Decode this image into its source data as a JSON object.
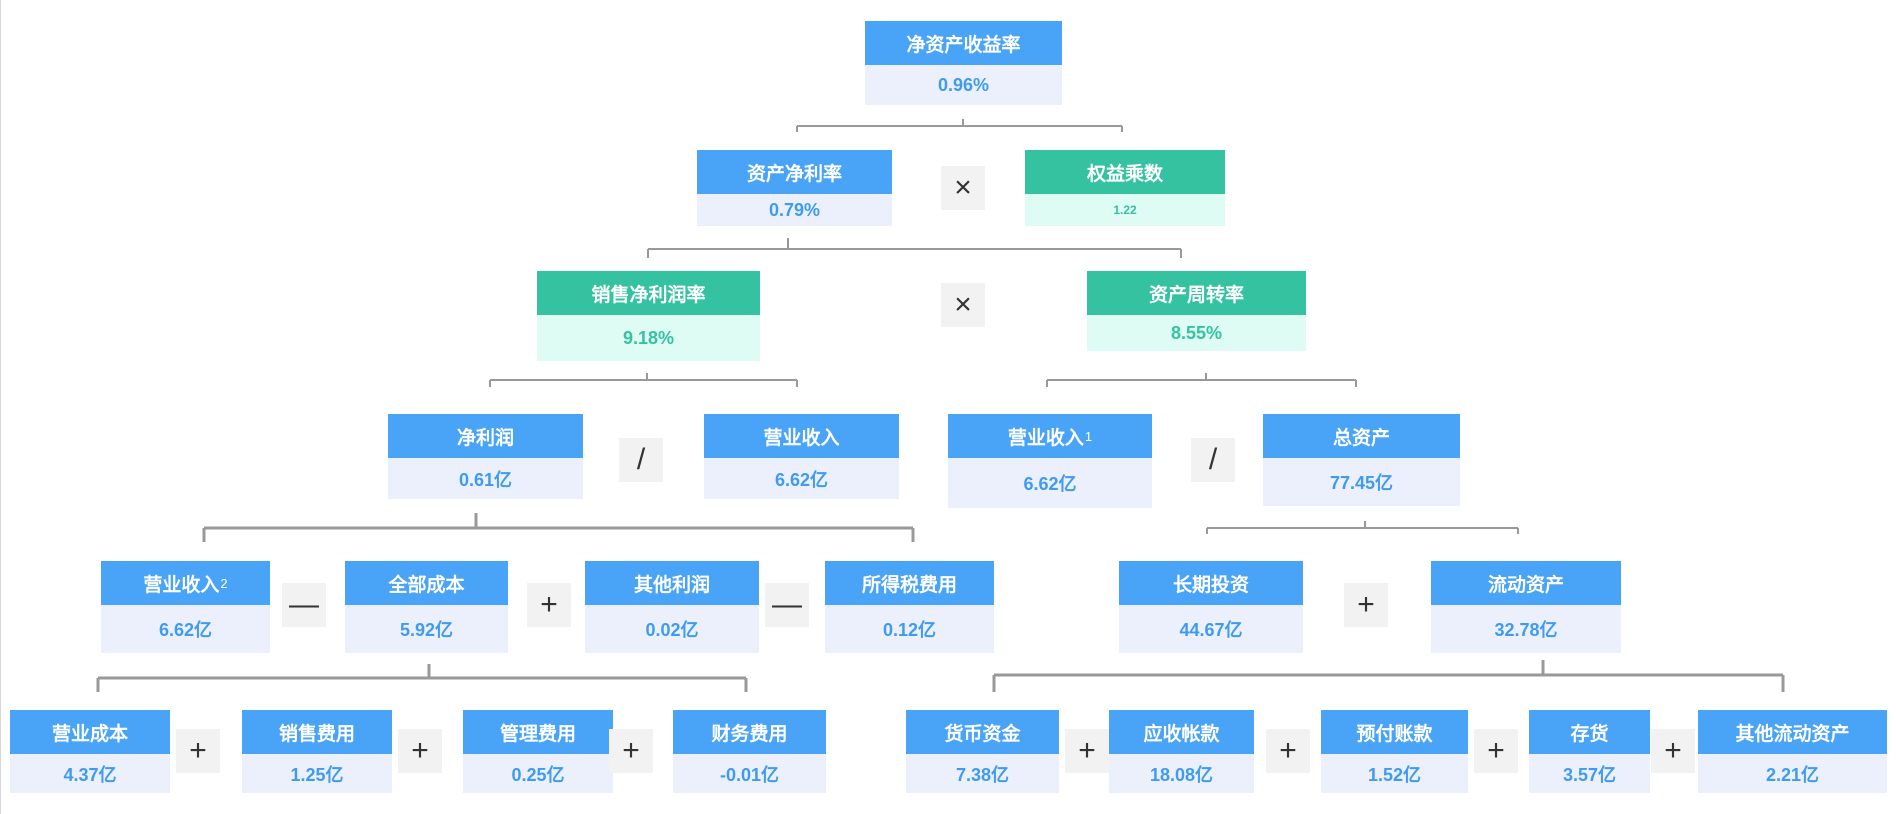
{
  "roe": {
    "label": "净资产收益率",
    "value": "0.96%"
  },
  "roa": {
    "label": "资产净利率",
    "value": "0.79%"
  },
  "equity_multiplier": {
    "label": "权益乘数",
    "value": "1.22"
  },
  "net_profit_margin": {
    "label": "销售净利润率",
    "value": "9.18%"
  },
  "asset_turnover": {
    "label": "资产周转率",
    "value": "8.55%"
  },
  "net_profit": {
    "label": "净利润",
    "value": "0.61亿"
  },
  "revenue": {
    "label": "营业收入",
    "value": "6.62亿"
  },
  "revenue_1": {
    "label": "营业收入",
    "sup": "1",
    "value": "6.62亿"
  },
  "total_assets": {
    "label": "总资产",
    "value": "77.45亿"
  },
  "revenue_2": {
    "label": "营业收入",
    "sup": "2",
    "value": "6.62亿"
  },
  "total_cost": {
    "label": "全部成本",
    "value": "5.92亿"
  },
  "other_profit": {
    "label": "其他利润",
    "value": "0.02亿"
  },
  "income_tax": {
    "label": "所得税费用",
    "value": "0.12亿"
  },
  "long_term_investment": {
    "label": "长期投资",
    "value": "44.67亿"
  },
  "current_assets": {
    "label": "流动资产",
    "value": "32.78亿"
  },
  "operating_cost": {
    "label": "营业成本",
    "value": "4.37亿"
  },
  "selling_expense": {
    "label": "销售费用",
    "value": "1.25亿"
  },
  "admin_expense": {
    "label": "管理费用",
    "value": "0.25亿"
  },
  "financial_expense": {
    "label": "财务费用",
    "value": "-0.01亿"
  },
  "cash": {
    "label": "货币资金",
    "value": "7.38亿"
  },
  "accounts_receivable": {
    "label": "应收帐款",
    "value": "18.08亿"
  },
  "prepayments": {
    "label": "预付账款",
    "value": "1.52亿"
  },
  "inventory": {
    "label": "存货",
    "value": "3.57亿"
  },
  "other_current_assets": {
    "label": "其他流动资产",
    "value": "2.21亿"
  },
  "operators": {
    "multiply": "×",
    "divide": "/",
    "minus": "—",
    "plus": "+"
  },
  "colors": {
    "blue_header": "#49a3f7",
    "blue_value_bg": "#ebf0fc",
    "green_header": "#35c2a1",
    "green_value_bg": "#defcf4",
    "connector": "#999999"
  }
}
